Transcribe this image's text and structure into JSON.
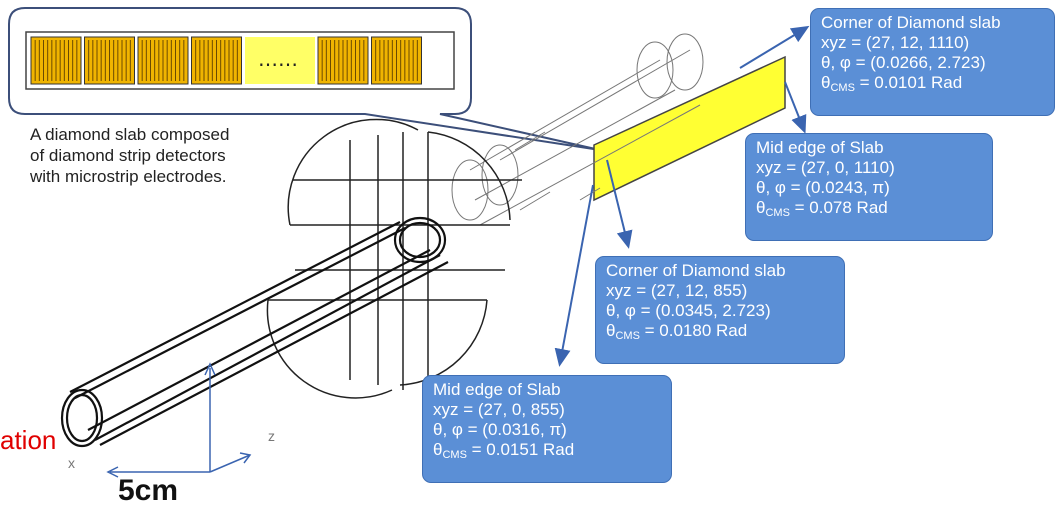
{
  "caption": {
    "line1": "A diamond slab composed",
    "line2": "of diamond strip detectors",
    "line3": "with microstrip electrodes."
  },
  "strip_inset": {
    "ellipsis": "……"
  },
  "boxes": [
    {
      "id": "corner-1110",
      "title": "Corner of Diamond slab",
      "xyz": "xyz =   (27, 12, 1110)",
      "angles": "θ, φ = (0.0266, 2.723)",
      "theta_cms_label": "θ",
      "theta_cms_sub": "CMS",
      "theta_cms_value": " =  0.0101 Rad"
    },
    {
      "id": "mid-1110",
      "title": "Mid edge of Slab",
      "xyz": "xyz =   (27, 0, 1110)",
      "angles": "θ, φ = (0.0243, π)",
      "theta_cms_label": "θ",
      "theta_cms_sub": "CMS",
      "theta_cms_value": " =  0.078 Rad"
    },
    {
      "id": "corner-855",
      "title": "Corner of Diamond slab",
      "xyz": "xyz =   (27, 12, 855)",
      "angles": "θ, φ = (0.0345, 2.723)",
      "theta_cms_label": "θ",
      "theta_cms_sub": "CMS",
      "theta_cms_value": " =  0.0180 Rad"
    },
    {
      "id": "mid-855",
      "title": "Mid edge of Slab",
      "xyz": "xyz =   (27, 0, 855)",
      "angles": "θ, φ = (0.0316, π)",
      "theta_cms_label": "θ",
      "theta_cms_sub": "CMS",
      "theta_cms_value": " =  0.0151 Rad"
    }
  ],
  "scale": {
    "label": "5cm"
  },
  "axes": {
    "x": "x",
    "z": "z"
  },
  "red_text": "ation",
  "colors": {
    "box_fill": "#5b8fd6",
    "box_border": "#3f6fb5",
    "slab": "#ffff33",
    "strip_fill": "#f0b400",
    "strip_lines": "#6b4a00",
    "arrow": "#3a64b0",
    "red": "#e00000"
  }
}
